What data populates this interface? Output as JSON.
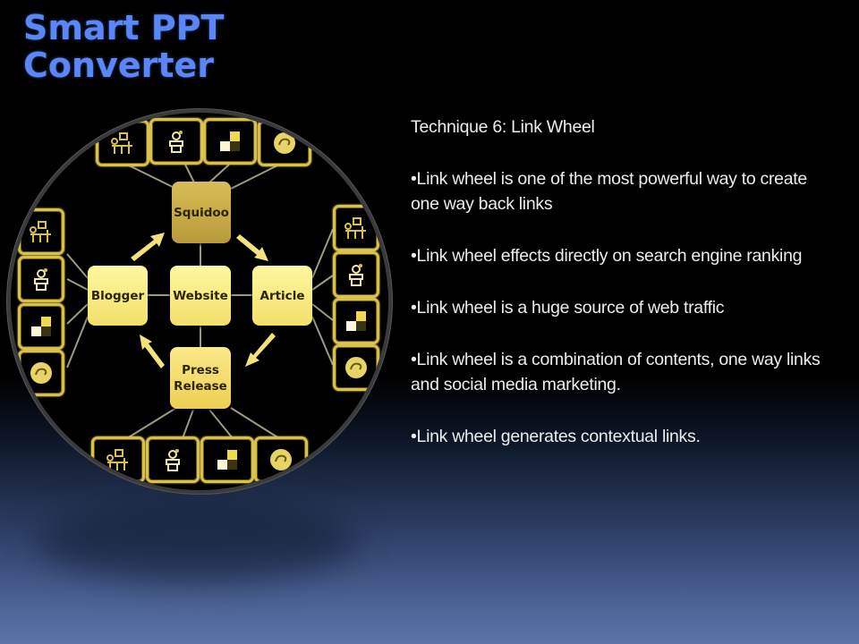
{
  "brand": {
    "line1": "Smart PPT",
    "line2": "Converter",
    "color": "#5b86f5"
  },
  "diagram": {
    "center": "Website",
    "top": "Squidoo",
    "left": "Blogger",
    "right": "Article",
    "bottom_line1": "Press",
    "bottom_line2": "Release",
    "node_color": "#f5e370",
    "tile_border_color": "#d7c14a",
    "tile_icons": [
      "people-icon",
      "mascot-icon",
      "checker-icon",
      "swirl-icon"
    ]
  },
  "slide": {
    "heading": "Technique 6: Link Wheel",
    "bullets": [
      "•Link wheel is one of the most powerful way to create one way back links",
      "•Link wheel effects directly on search engine ranking",
      "•Link wheel is  a huge source of web traffic",
      "•Link wheel is a combination of contents, one way links and social media marketing.",
      "•Link wheel generates contextual links."
    ]
  }
}
